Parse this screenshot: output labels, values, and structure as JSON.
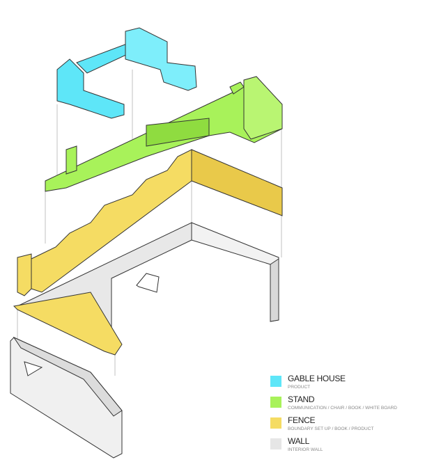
{
  "colors": {
    "gable_house": "#5ee6f8",
    "stand": "#a8f25a",
    "fence": "#f5dc63",
    "wall": "#e6e6e6",
    "outline": "#222222"
  },
  "legend": [
    {
      "title": "GABLE HOUSE",
      "subtitle": "PRODUCT",
      "color": "#5ee6f8"
    },
    {
      "title": "STAND",
      "subtitle": "COMMUNICATION / CHAIR / BOOK / WHITE BOARD",
      "color": "#a8f25a"
    },
    {
      "title": "FENCE",
      "subtitle": "BOUNDARY SET UP / BOOK / PRODUCT",
      "color": "#f5dc63"
    },
    {
      "title": "WALL",
      "subtitle": "INTERIOR WALL",
      "color": "#e6e6e6"
    }
  ]
}
